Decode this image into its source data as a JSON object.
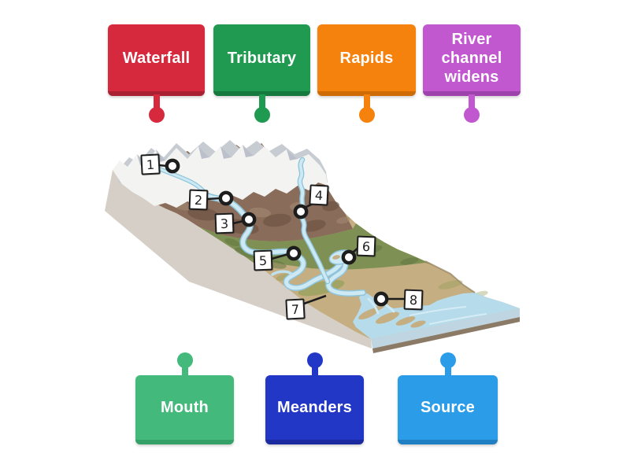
{
  "page": {
    "background": "#ffffff"
  },
  "top_labels": [
    {
      "text": "Waterfall",
      "color": "#d6293e",
      "shadow": "#aa2033"
    },
    {
      "text": "Tributary",
      "color": "#1f9a50",
      "shadow": "#16793d"
    },
    {
      "text": "Rapids",
      "color": "#f5820d",
      "shadow": "#cf6b05"
    },
    {
      "text": "River channel widens",
      "color": "#c158d0",
      "shadow": "#9d43ab"
    }
  ],
  "bottom_labels": [
    {
      "text": "Mouth",
      "color": "#43b97c",
      "shadow": "#35a068"
    },
    {
      "text": "Meanders",
      "color": "#2337c7",
      "shadow": "#1b2a9e"
    },
    {
      "text": "Source",
      "color": "#2b9de8",
      "shadow": "#207fc3"
    }
  ],
  "markers": [
    {
      "number": "1"
    },
    {
      "number": "2"
    },
    {
      "number": "3"
    },
    {
      "number": "4"
    },
    {
      "number": "5"
    },
    {
      "number": "6"
    },
    {
      "number": "7"
    },
    {
      "number": "8"
    }
  ],
  "diagram": {
    "colors": {
      "side_face": "#d6cfc7",
      "front_face": "#bfd5e2",
      "sediment": "#8a7a66",
      "sand": "#c5ae81",
      "grass": "#7e9053",
      "rock": "#8a6c5a",
      "snow": "#f3f4f2",
      "snow_shadow": "#b7bdc8",
      "ridge_back": "#c7ccd3",
      "sea": "#b6dbeb",
      "river": "#cdeaf4",
      "river_edge": "#8fc4da",
      "ink": "#1d1d1d",
      "marker_bg": "#ffffff"
    }
  }
}
